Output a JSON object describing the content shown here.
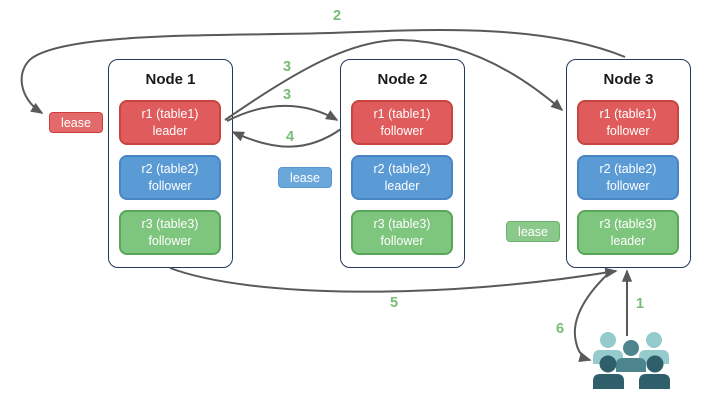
{
  "nodes": [
    {
      "title": "Node 1",
      "replicas": [
        {
          "label": "r1 (table1)",
          "role": "leader",
          "color": "red"
        },
        {
          "label": "r2 (table2)",
          "role": "follower",
          "color": "blue"
        },
        {
          "label": "r3 (table3)",
          "role": "follower",
          "color": "green"
        }
      ]
    },
    {
      "title": "Node 2",
      "replicas": [
        {
          "label": "r1 (table1)",
          "role": "follower",
          "color": "red"
        },
        {
          "label": "r2 (table2)",
          "role": "leader",
          "color": "blue"
        },
        {
          "label": "r3 (table3)",
          "role": "follower",
          "color": "green"
        }
      ]
    },
    {
      "title": "Node 3",
      "replicas": [
        {
          "label": "r1 (table1)",
          "role": "follower",
          "color": "red"
        },
        {
          "label": "r2 (table2)",
          "role": "follower",
          "color": "blue"
        },
        {
          "label": "r3 (table3)",
          "role": "leader",
          "color": "green"
        }
      ]
    }
  ],
  "leases": [
    {
      "label": "lease",
      "color": "red"
    },
    {
      "label": "lease",
      "color": "blue"
    },
    {
      "label": "lease",
      "color": "green"
    }
  ],
  "steps": [
    {
      "text": "1"
    },
    {
      "text": "2"
    },
    {
      "text": "3"
    },
    {
      "text": "3"
    },
    {
      "text": "4"
    },
    {
      "text": "5"
    },
    {
      "text": "6"
    }
  ],
  "icons": {
    "users": "users-group-icon"
  },
  "colors": {
    "replica_red_fill": "#E05C5C",
    "replica_red_border": "#C74440",
    "replica_blue_fill": "#5B9BD5",
    "replica_blue_border": "#4A86C4",
    "replica_green_fill": "#7EC57E",
    "replica_green_border": "#58A758",
    "node_border": "#24385B",
    "arrow": "#595959",
    "step_label": "#77BD77",
    "users_light": "#96CBCD",
    "users_mid": "#4E858C",
    "users_dark": "#2E5F6B"
  }
}
